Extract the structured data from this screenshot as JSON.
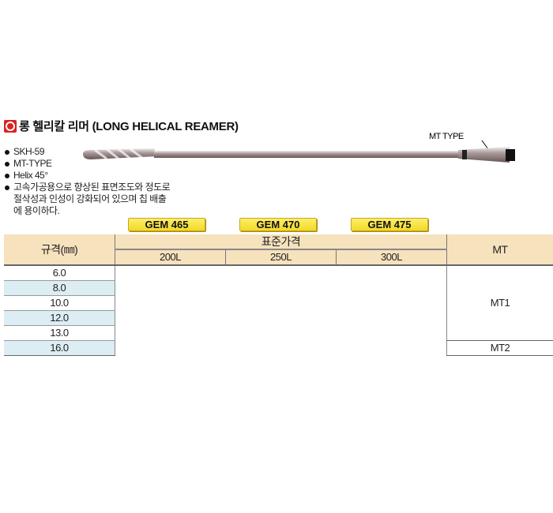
{
  "title": "롱 헬리칼 리머 (LONG HELICAL REAMER)",
  "features": [
    "SKH-59",
    "MT-TYPE",
    "Helix 45°",
    "고속가공용으로 향상된 표면조도와 정도로",
    "절삭성과 인성이 강화되어 있으며 칩 배출",
    "에 용이하다."
  ],
  "diagram_label": "MT TYPE",
  "badges": [
    "GEM 465",
    "GEM 470",
    "GEM 475"
  ],
  "table": {
    "col_size": "규격(㎜)",
    "col_price": "표준가격",
    "lengths": [
      "200L",
      "250L",
      "300L"
    ],
    "col_mt": "MT",
    "sizes": [
      "6.0",
      "8.0",
      "10.0",
      "12.0",
      "13.0",
      "16.0"
    ],
    "mt_values": [
      "MT1",
      "MT2"
    ]
  }
}
